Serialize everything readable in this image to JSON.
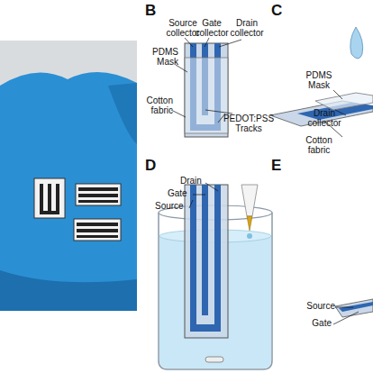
{
  "diagram": {
    "labels": [
      "B",
      "Source collector",
      "Gate collector",
      "Drain collector",
      "PDMS Mask",
      "Cotton fabric",
      "PEDOT:PSS Tracks",
      "C",
      "PDMS Mask",
      "Drain collector",
      "Cotton fabric",
      "D",
      "Drain",
      "Gate",
      "Source",
      "E",
      "Source",
      "Gate"
    ]
  }
}
